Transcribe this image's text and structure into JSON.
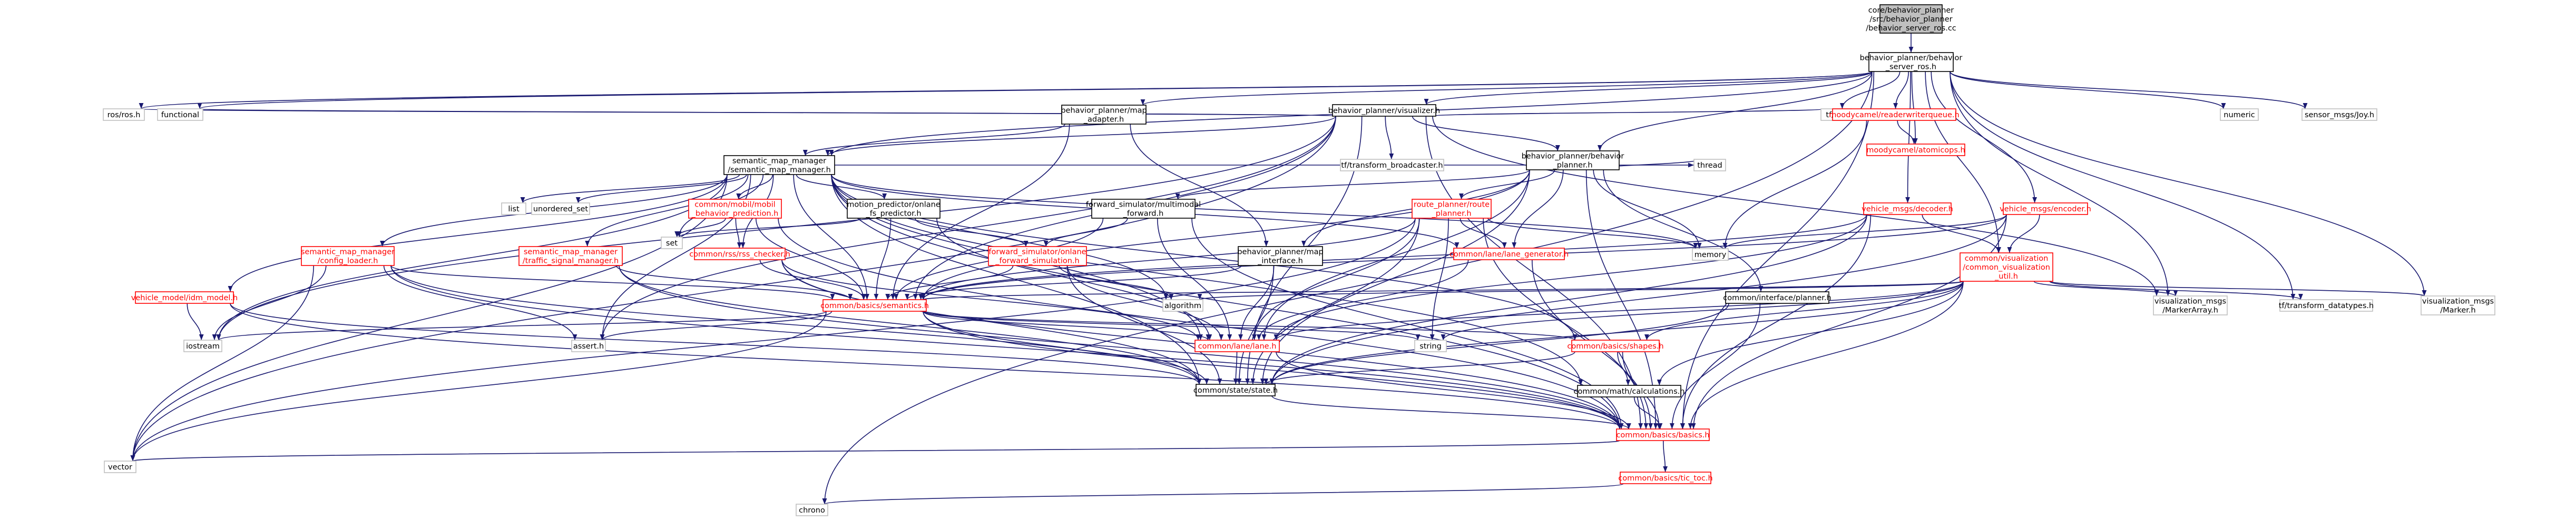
{
  "nodes": [
    {
      "id": "root",
      "lines": [
        "core/behavior_planner",
        "/src/behavior_planner",
        "/behavior_server_ros.cc"
      ],
      "style": "root"
    },
    {
      "id": "bsr",
      "lines": [
        "behavior_planner/behavior",
        "_server_ros.h"
      ],
      "style": "main"
    },
    {
      "id": "rosh",
      "lines": [
        "ros/ros.h"
      ],
      "style": "ext"
    },
    {
      "id": "functional",
      "lines": [
        "functional"
      ],
      "style": "ext"
    },
    {
      "id": "mapadapter",
      "lines": [
        "behavior_planner/map",
        "_adapter.h"
      ],
      "style": "main"
    },
    {
      "id": "visualizer",
      "lines": [
        "behavior_planner/visualizer.h"
      ],
      "style": "main"
    },
    {
      "id": "tfbroad",
      "lines": [
        "tf/transform_broadcaster.h"
      ],
      "style": "ext"
    },
    {
      "id": "bplanner",
      "lines": [
        "behavior_planner/behavior",
        "_planner.h"
      ],
      "style": "main"
    },
    {
      "id": "tfh",
      "lines": [
        "tf/tf.h"
      ],
      "style": "ext"
    },
    {
      "id": "rwqueue",
      "lines": [
        "moodycamel/readerwriterqueue.h"
      ],
      "style": "red"
    },
    {
      "id": "atomicops",
      "lines": [
        "moodycamel/atomicops.h"
      ],
      "style": "red"
    },
    {
      "id": "numeric",
      "lines": [
        "numeric"
      ],
      "style": "ext"
    },
    {
      "id": "joy",
      "lines": [
        "sensor_msgs/Joy.h"
      ],
      "style": "ext"
    },
    {
      "id": "smm",
      "lines": [
        "semantic_map_manager",
        "/semantic_map_manager.h"
      ],
      "style": "main"
    },
    {
      "id": "list",
      "lines": [
        "list"
      ],
      "style": "ext"
    },
    {
      "id": "uset",
      "lines": [
        "unordered_set"
      ],
      "style": "ext"
    },
    {
      "id": "mobilbp",
      "lines": [
        "common/mobil/mobil",
        "_behavior_prediction.h"
      ],
      "style": "red"
    },
    {
      "id": "mpol",
      "lines": [
        "motion_predictor/onlane",
        "_fs_predictor.h"
      ],
      "style": "main"
    },
    {
      "id": "fsmm",
      "lines": [
        "forward_simulator/multimodal",
        "_forward.h"
      ],
      "style": "main"
    },
    {
      "id": "rplanner",
      "lines": [
        "route_planner/route",
        "_planner.h"
      ],
      "style": "red"
    },
    {
      "id": "thread",
      "lines": [
        "thread"
      ],
      "style": "ext"
    },
    {
      "id": "vdecoder",
      "lines": [
        "vehicle_msgs/decoder.h"
      ],
      "style": "red"
    },
    {
      "id": "vencoder",
      "lines": [
        "vehicle_msgs/encoder.h"
      ],
      "style": "red"
    },
    {
      "id": "smmcfg",
      "lines": [
        "semantic_map_manager",
        "/config_loader.h"
      ],
      "style": "red"
    },
    {
      "id": "smmtsm",
      "lines": [
        "semantic_map_manager",
        "/traffic_signal_manager.h"
      ],
      "style": "red"
    },
    {
      "id": "rss",
      "lines": [
        "common/rss/rss_checker.h"
      ],
      "style": "red"
    },
    {
      "id": "set",
      "lines": [
        "set"
      ],
      "style": "ext"
    },
    {
      "id": "fsol",
      "lines": [
        "forward_simulator/onlane",
        "_forward_simulation.h"
      ],
      "style": "red"
    },
    {
      "id": "bmi",
      "lines": [
        "behavior_planner/map",
        "_interface.h"
      ],
      "style": "main"
    },
    {
      "id": "lanegen",
      "lines": [
        "common/lane/lane_generator.h"
      ],
      "style": "red"
    },
    {
      "id": "memory",
      "lines": [
        "memory"
      ],
      "style": "ext"
    },
    {
      "id": "cvis",
      "lines": [
        "common/visualization",
        "/common_visualization",
        "_util.h"
      ],
      "style": "red"
    },
    {
      "id": "idm",
      "lines": [
        "vehicle_model/idm_model.h"
      ],
      "style": "red"
    },
    {
      "id": "semantics",
      "lines": [
        "common/basics/semantics.h"
      ],
      "style": "red"
    },
    {
      "id": "algorithm",
      "lines": [
        "algorithm"
      ],
      "style": "ext"
    },
    {
      "id": "iplanner",
      "lines": [
        "common/interface/planner.h"
      ],
      "style": "main"
    },
    {
      "id": "vmarkarr",
      "lines": [
        "visualization_msgs",
        "/MarkerArray.h"
      ],
      "style": "ext"
    },
    {
      "id": "tfdt",
      "lines": [
        "tf/transform_datatypes.h"
      ],
      "style": "ext"
    },
    {
      "id": "vmark",
      "lines": [
        "visualization_msgs",
        "/Marker.h"
      ],
      "style": "ext"
    },
    {
      "id": "iostream",
      "lines": [
        "iostream"
      ],
      "style": "ext"
    },
    {
      "id": "assert",
      "lines": [
        "assert.h"
      ],
      "style": "ext"
    },
    {
      "id": "lane",
      "lines": [
        "common/lane/lane.h"
      ],
      "style": "red"
    },
    {
      "id": "string",
      "lines": [
        "string"
      ],
      "style": "ext"
    },
    {
      "id": "shapes",
      "lines": [
        "common/basics/shapes.h"
      ],
      "style": "red"
    },
    {
      "id": "state",
      "lines": [
        "common/state/state.h"
      ],
      "style": "main"
    },
    {
      "id": "mathcalc",
      "lines": [
        "common/math/calculations.h"
      ],
      "style": "main"
    },
    {
      "id": "basics",
      "lines": [
        "common/basics/basics.h"
      ],
      "style": "red"
    },
    {
      "id": "vector",
      "lines": [
        "vector"
      ],
      "style": "ext"
    },
    {
      "id": "tictoc",
      "lines": [
        "common/basics/tic_toc.h"
      ],
      "style": "red"
    },
    {
      "id": "chrono",
      "lines": [
        "chrono"
      ],
      "style": "ext"
    }
  ],
  "edges": [
    [
      "root",
      "bsr"
    ],
    [
      "bsr",
      "rosh"
    ],
    [
      "bsr",
      "functional"
    ],
    [
      "bsr",
      "mapadapter"
    ],
    [
      "bsr",
      "visualizer"
    ],
    [
      "bsr",
      "bplanner"
    ],
    [
      "bsr",
      "tfh"
    ],
    [
      "bsr",
      "rwqueue"
    ],
    [
      "bsr",
      "atomicops"
    ],
    [
      "bsr",
      "numeric"
    ],
    [
      "bsr",
      "joy"
    ],
    [
      "bsr",
      "smm"
    ],
    [
      "bsr",
      "vdecoder"
    ],
    [
      "bsr",
      "vencoder"
    ],
    [
      "bsr",
      "cvis"
    ],
    [
      "bsr",
      "vmarkarr"
    ],
    [
      "bsr",
      "tfdt"
    ],
    [
      "bsr",
      "vmark"
    ],
    [
      "bsr",
      "basics"
    ],
    [
      "bsr",
      "chrono"
    ],
    [
      "rwqueue",
      "atomicops"
    ],
    [
      "rwqueue",
      "memory"
    ],
    [
      "mapadapter",
      "smm"
    ],
    [
      "mapadapter",
      "bmi"
    ],
    [
      "mapadapter",
      "semantics"
    ],
    [
      "visualizer",
      "rosh"
    ],
    [
      "visualizer",
      "functional"
    ],
    [
      "visualizer",
      "smm"
    ],
    [
      "visualizer",
      "tfbroad"
    ],
    [
      "visualizer",
      "bplanner"
    ],
    [
      "visualizer",
      "tfh"
    ],
    [
      "visualizer",
      "vmarkarr"
    ],
    [
      "visualizer",
      "semantics"
    ],
    [
      "visualizer",
      "assert"
    ],
    [
      "visualizer",
      "iostream"
    ],
    [
      "visualizer",
      "vector"
    ],
    [
      "visualizer",
      "basics"
    ],
    [
      "visualizer",
      "state"
    ],
    [
      "bplanner",
      "fsmm"
    ],
    [
      "bplanner",
      "rplanner"
    ],
    [
      "bplanner",
      "bmi"
    ],
    [
      "bplanner",
      "iplanner"
    ],
    [
      "bplanner",
      "lanegen"
    ],
    [
      "bplanner",
      "memory"
    ],
    [
      "bplanner",
      "thread"
    ],
    [
      "bplanner",
      "basics"
    ],
    [
      "bplanner",
      "lane"
    ],
    [
      "bplanner",
      "state"
    ],
    [
      "bplanner",
      "semantics"
    ],
    [
      "smm",
      "list"
    ],
    [
      "smm",
      "uset"
    ],
    [
      "smm",
      "mobilbp"
    ],
    [
      "smm",
      "mpol"
    ],
    [
      "smm",
      "smmcfg"
    ],
    [
      "smm",
      "smmtsm"
    ],
    [
      "smm",
      "rss"
    ],
    [
      "smm",
      "set"
    ],
    [
      "smm",
      "thread"
    ],
    [
      "smm",
      "semantics"
    ],
    [
      "smm",
      "lane"
    ],
    [
      "smm",
      "state"
    ],
    [
      "smm",
      "basics"
    ],
    [
      "smm",
      "shapes"
    ],
    [
      "smm",
      "mathcalc"
    ],
    [
      "smm",
      "memory"
    ],
    [
      "smm",
      "idm"
    ],
    [
      "smm",
      "algorithm"
    ],
    [
      "smm",
      "assert"
    ],
    [
      "smm",
      "iostream"
    ],
    [
      "smm",
      "vector"
    ],
    [
      "smm",
      "lanegen"
    ],
    [
      "mobilbp",
      "rss"
    ],
    [
      "mobilbp",
      "set"
    ],
    [
      "mobilbp",
      "semantics"
    ],
    [
      "mobilbp",
      "basics"
    ],
    [
      "mpol",
      "fsol"
    ],
    [
      "mpol",
      "set"
    ],
    [
      "mpol",
      "semantics"
    ],
    [
      "mpol",
      "lane"
    ],
    [
      "fsmm",
      "fsol"
    ],
    [
      "fsmm",
      "semantics"
    ],
    [
      "fsmm",
      "basics"
    ],
    [
      "fsmm",
      "lane"
    ],
    [
      "rplanner",
      "semantics"
    ],
    [
      "rplanner",
      "lane"
    ],
    [
      "rplanner",
      "lanegen"
    ],
    [
      "rplanner",
      "state"
    ],
    [
      "rplanner",
      "string"
    ],
    [
      "rplanner",
      "memory"
    ],
    [
      "rplanner",
      "basics"
    ],
    [
      "rplanner",
      "vector"
    ],
    [
      "vdecoder",
      "cvis"
    ],
    [
      "vdecoder",
      "semantics"
    ],
    [
      "vdecoder",
      "lane"
    ],
    [
      "vdecoder",
      "state"
    ],
    [
      "vdecoder",
      "basics"
    ],
    [
      "vencoder",
      "cvis"
    ],
    [
      "vencoder",
      "semantics"
    ],
    [
      "vencoder",
      "state"
    ],
    [
      "vencoder",
      "basics"
    ],
    [
      "vencoder",
      "memory"
    ],
    [
      "smmcfg",
      "semantics"
    ],
    [
      "smmcfg",
      "assert"
    ],
    [
      "smmcfg",
      "iostream"
    ],
    [
      "smmcfg",
      "vector"
    ],
    [
      "smmcfg",
      "basics"
    ],
    [
      "smmcfg",
      "state"
    ],
    [
      "smmtsm",
      "semantics"
    ],
    [
      "smmtsm",
      "state"
    ],
    [
      "smmtsm",
      "basics"
    ],
    [
      "rss",
      "semantics"
    ],
    [
      "rss",
      "lane"
    ],
    [
      "rss",
      "state"
    ],
    [
      "rss",
      "basics"
    ],
    [
      "fsol",
      "semantics"
    ],
    [
      "fsol",
      "lane"
    ],
    [
      "fsol",
      "state"
    ],
    [
      "fsol",
      "algorithm"
    ],
    [
      "bmi",
      "semantics"
    ],
    [
      "bmi",
      "lane"
    ],
    [
      "bmi",
      "state"
    ],
    [
      "lanegen",
      "lane"
    ],
    [
      "lanegen",
      "basics"
    ],
    [
      "cvis",
      "vmarkarr"
    ],
    [
      "cvis",
      "tfdt"
    ],
    [
      "cvis",
      "vmark"
    ],
    [
      "cvis",
      "semantics"
    ],
    [
      "cvis",
      "lane"
    ],
    [
      "cvis",
      "shapes"
    ],
    [
      "cvis",
      "state"
    ],
    [
      "cvis",
      "mathcalc"
    ],
    [
      "cvis",
      "basics"
    ],
    [
      "cvis",
      "algorithm"
    ],
    [
      "cvis",
      "string"
    ],
    [
      "idm",
      "iostream"
    ],
    [
      "idm",
      "basics"
    ],
    [
      "idm",
      "state"
    ],
    [
      "semantics",
      "lane"
    ],
    [
      "semantics",
      "shapes"
    ],
    [
      "semantics",
      "state"
    ],
    [
      "semantics",
      "basics"
    ],
    [
      "semantics",
      "assert"
    ],
    [
      "semantics",
      "iostream"
    ],
    [
      "semantics",
      "string"
    ],
    [
      "semantics",
      "vector"
    ],
    [
      "iplanner",
      "basics"
    ],
    [
      "iplanner",
      "state"
    ],
    [
      "lane",
      "state"
    ],
    [
      "lane",
      "basics"
    ],
    [
      "shapes",
      "mathcalc"
    ],
    [
      "shapes",
      "basics"
    ],
    [
      "shapes",
      "state"
    ],
    [
      "state",
      "basics"
    ],
    [
      "mathcalc",
      "basics"
    ],
    [
      "basics",
      "vector"
    ],
    [
      "basics",
      "tictoc"
    ],
    [
      "tictoc",
      "chrono"
    ]
  ]
}
